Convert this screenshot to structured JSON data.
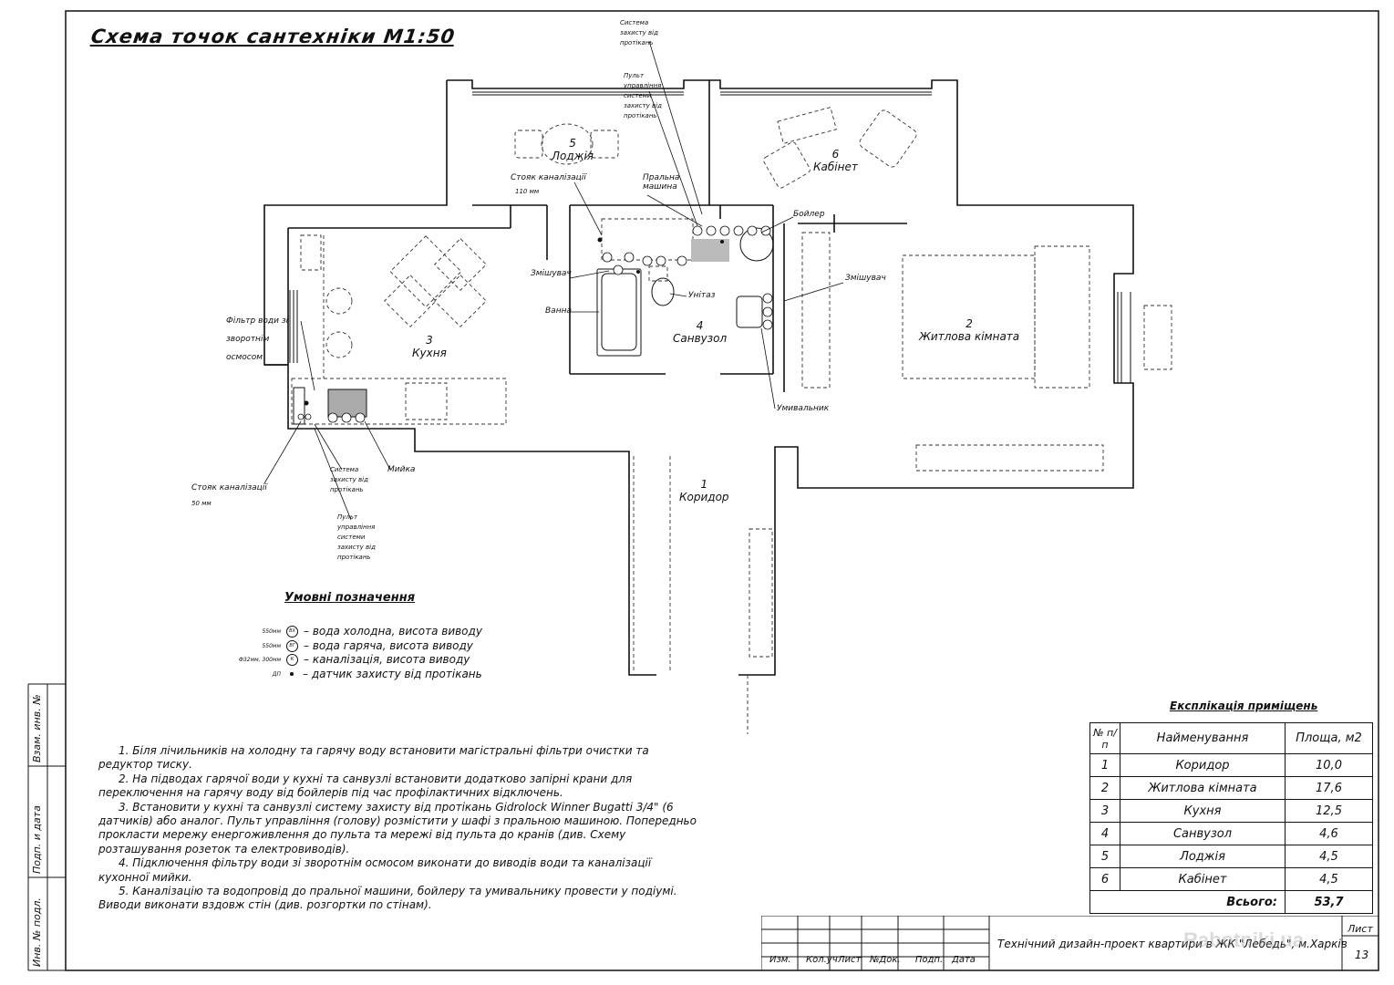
{
  "title": "Схема точок сантехніки М1:50",
  "rooms": [
    {
      "num": "1",
      "name": "Коридор"
    },
    {
      "num": "2",
      "name": "Житлова кімната"
    },
    {
      "num": "3",
      "name": "Кухня"
    },
    {
      "num": "4",
      "name": "Санвузол"
    },
    {
      "num": "5",
      "name": "Лоджія"
    },
    {
      "num": "6",
      "name": "Кабінет"
    }
  ],
  "callouts": {
    "system_top": "Система захисту від протікань",
    "panel_top": "Пульт управління системи захисту від протікань",
    "riser_110": "Стояк каналізації",
    "riser_110_size": "110 мм",
    "washer": "Пральна машина",
    "boiler": "Бойлер",
    "mixer_bath": "Змішувач",
    "bath": "Ванна",
    "toilet": "Унітаз",
    "mixer_living": "Змішувач",
    "sink_bath": "Умивальник",
    "filter": "Фільтр води зі зворотнім осмосом",
    "riser_50": "Стояк каналізації",
    "riser_50_size": "50 мм",
    "system_kitchen": "Система захисту від протікань",
    "sink_kitchen": "Мийка",
    "panel_kitchen": "Пульт управління системи захисту від протікань"
  },
  "legend": {
    "title": "Умовні позначення",
    "items": [
      {
        "code": "550мм",
        "sym": "ВХ",
        "text": "– вода холодна, висота виводу"
      },
      {
        "code": "550мм",
        "sym": "ВГ",
        "text": "– вода гаряча, висота виводу"
      },
      {
        "code": "Ф32мм, 300мм",
        "sym": "К",
        "text": "– каналізація, висота виводу"
      },
      {
        "code": "ДП",
        "sym": "",
        "text": "– датчик захисту від протікань"
      }
    ]
  },
  "notes": [
    "1. Біля лічильників на холодну та гарячу воду встановити магістральні фільтри очистки та редуктор тиску.",
    "2. На підводах гарячої води у кухні та санвузлі встановити додатково запірні крани для переключення на гарячу воду від бойлерів під час профілактичних відключень.",
    "3. Встановити у кухні та санвузлі систему захисту від протікань Gidrolock Winner Bugatti 3/4\" (6 датчиків) або аналог. Пульт управління (голову) розмістити у шафі з пральною машиною. Попередньо прокласти мережу енергоживлення до пульта та мережі від пульта до кранів (див. Схему розташування розеток та електровиводів).",
    "4. Підключення фільтру води зі зворотнім осмосом виконати до виводів води та каналізації кухонної мийки.",
    "5. Каналізацію та водопровід до пральної машини, бойлеру та умивальнику провести у подіумі. Виводи виконати вздовж стін (див. розгортки по стінам)."
  ],
  "explication": {
    "title": "Експлікація приміщень",
    "headers": [
      "№ п/п",
      "Найменування",
      "Площа, м2"
    ],
    "rows": [
      [
        "1",
        "Коридор",
        "10,0"
      ],
      [
        "2",
        "Житлова кімната",
        "17,6"
      ],
      [
        "3",
        "Кухня",
        "12,5"
      ],
      [
        "4",
        "Санвузол",
        "4,6"
      ],
      [
        "5",
        "Лоджія",
        "4,5"
      ],
      [
        "6",
        "Кабінет",
        "4,5"
      ]
    ],
    "total_label": "Всього:",
    "total_value": "53,7"
  },
  "stamp": {
    "cols": [
      "Изм.",
      "Кол.уч",
      "Лист",
      "№Док.",
      "Подп.",
      "Дата"
    ],
    "project": "Технічний дизайн-проект квартири в ЖК \"Лебедь\", м.Харків",
    "sheet_label": "Лист",
    "sheet_num": "13"
  },
  "side_cells": [
    "Взам. инв. №",
    "Подп. и дата",
    "Инв. № подл."
  ],
  "watermark": "Rabotniki.ua"
}
